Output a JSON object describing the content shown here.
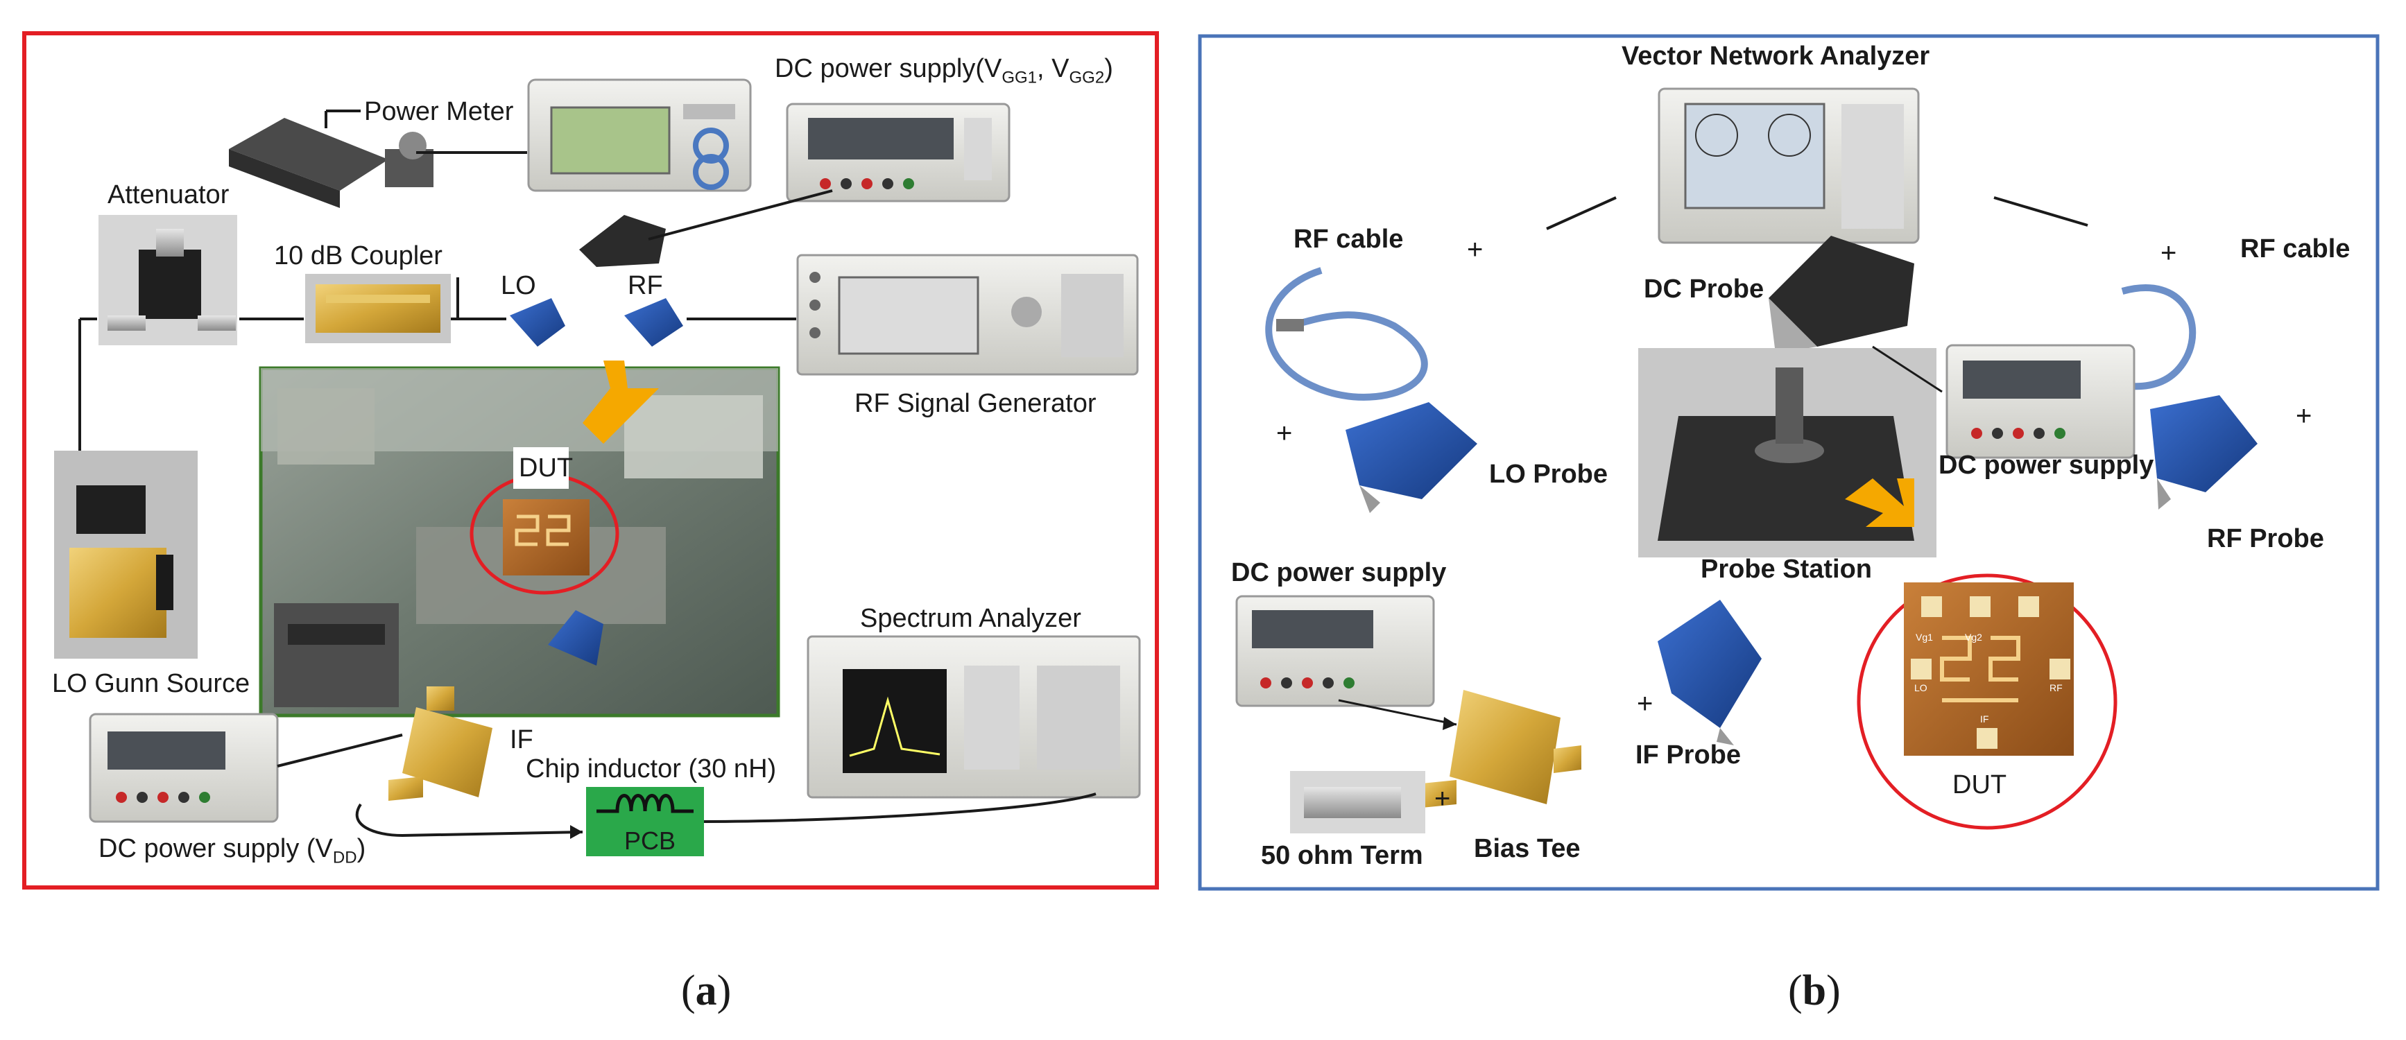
{
  "panel_a": {
    "border_color": "#e31e24",
    "caption": {
      "open": "(",
      "letter": "a",
      "close": ")"
    },
    "labels": {
      "power_meter": "Power Meter",
      "dc_supply_vgg_prefix": "DC power supply(V",
      "dc_supply_vgg_sub1": "GG1",
      "dc_supply_vgg_mid": ", V",
      "dc_supply_vgg_sub2": "GG2",
      "dc_supply_vgg_suffix": ")",
      "attenuator": "Attenuator",
      "coupler": "10 dB Coupler",
      "lo": "LO",
      "rf": "RF",
      "rf_signal_generator": "RF Signal Generator",
      "dut": "DUT",
      "lo_gunn_source": "LO Gunn Source",
      "spectrum_analyzer": "Spectrum Analyzer",
      "if": "IF",
      "chip_inductor": "Chip inductor (30 nH)",
      "pcb": "PCB",
      "dc_supply_vdd_prefix": "DC power supply (V",
      "dc_supply_vdd_sub": "DD",
      "dc_supply_vdd_suffix": ")"
    }
  },
  "panel_b": {
    "border_color": "#4a74b8",
    "caption": {
      "open": "(",
      "letter": "b",
      "close": ")"
    },
    "labels": {
      "vna": "Vector Network Analyzer",
      "rf_cable_left": "RF cable",
      "rf_cable_right": "RF cable",
      "dc_probe": "DC Probe",
      "lo_probe": "LO Probe",
      "dc_supply_right": "DC power supply",
      "rf_probe": "RF Probe",
      "probe_station": "Probe Station",
      "dc_supply_left": "DC power supply",
      "if_probe": "IF Probe",
      "dut": "DUT",
      "term": "50 ohm Term",
      "bias_tee": "Bias Tee",
      "dut_pads": [
        "Vg1",
        "Vg2",
        "LO",
        "RF",
        "IF"
      ],
      "plus": "+"
    }
  },
  "colors": {
    "arrow": "#f5a800",
    "probe_blue": "#1e4fa8",
    "pcb_green": "#2aa84a",
    "gold": "#d4a73a",
    "dut_circle": "#e31e24"
  }
}
